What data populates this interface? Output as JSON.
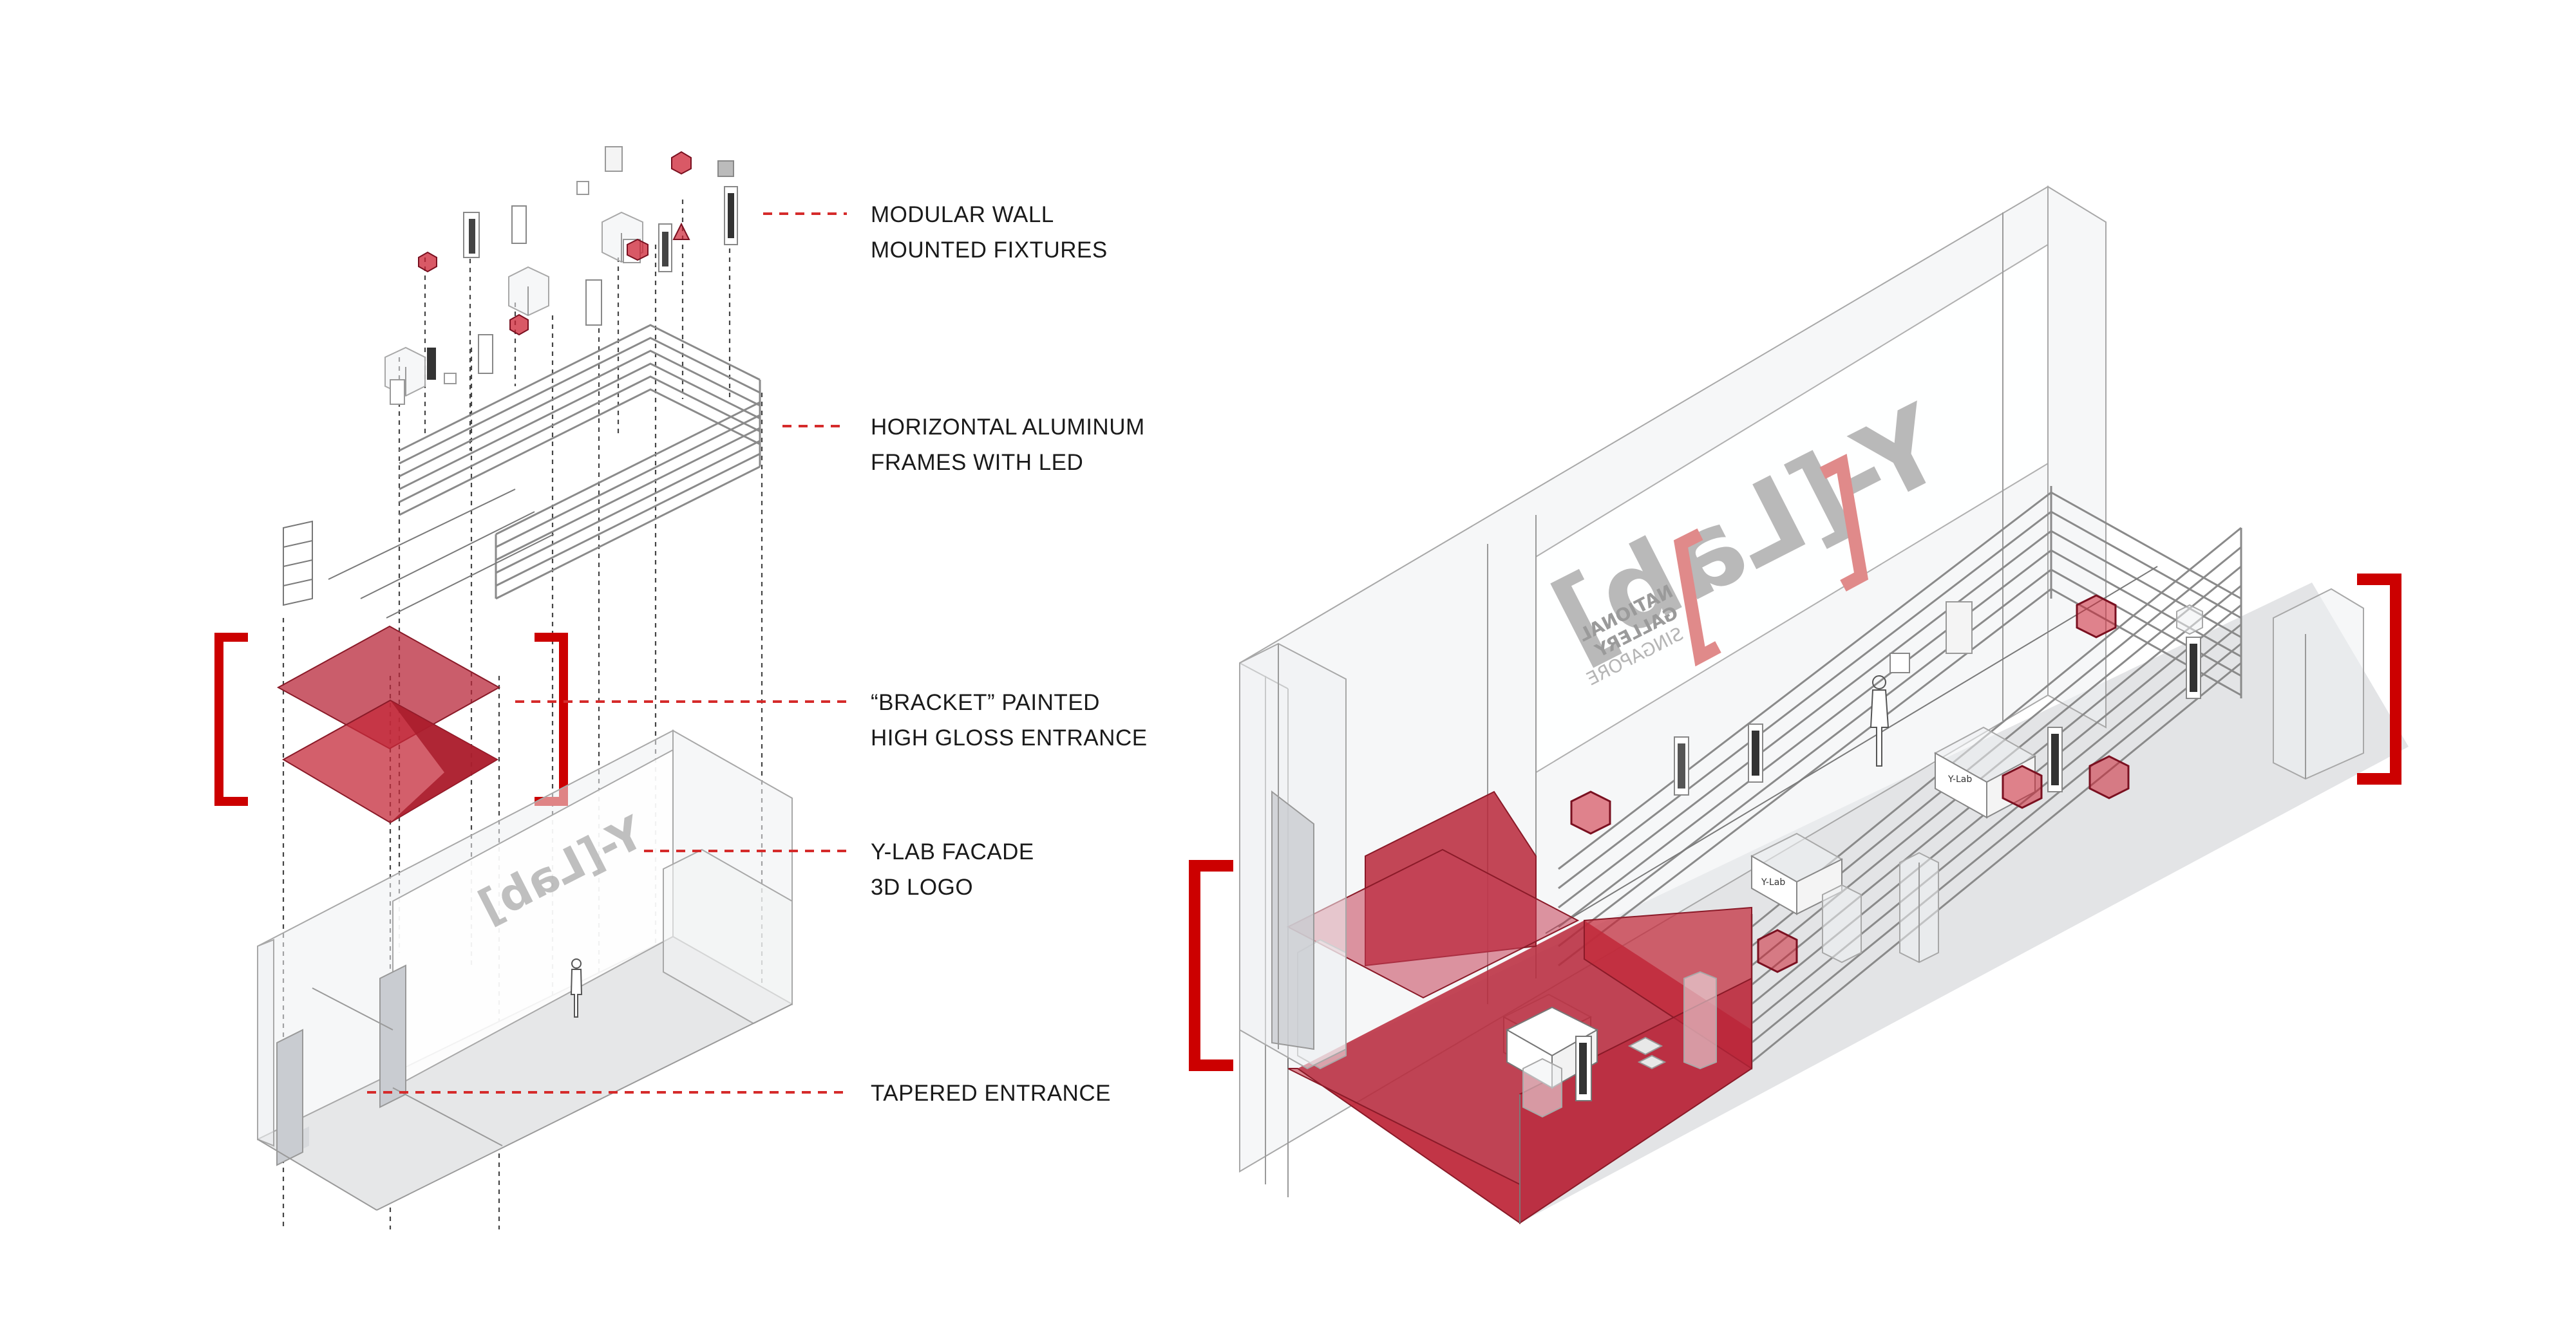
{
  "callouts": [
    {
      "id": "fixtures",
      "line1": "MODULAR WALL",
      "line2": "MOUNTED FIXTURES"
    },
    {
      "id": "frames",
      "line1": "HORIZONTAL ALUMINUM",
      "line2": "FRAMES WITH LED"
    },
    {
      "id": "bracket",
      "line1": "“BRACKET” PAINTED",
      "line2": "HIGH GLOSS ENTRANCE"
    },
    {
      "id": "facade",
      "line1": "Y-LAB FACADE",
      "line2": "3D LOGO"
    },
    {
      "id": "entrance",
      "line1": "TAPERED ENTRANCE",
      "line2": ""
    }
  ],
  "logo": {
    "mirrored_text": "Y-[Lab]",
    "gallery_lines": [
      "NATIONAL",
      "GALLERY",
      "SINGAPORE"
    ],
    "pedestal_text": "Y-Lab"
  },
  "colors": {
    "accent_red": "#cc0000",
    "translucent_red": "#b8273a",
    "leader_red": "#d52b2b",
    "line_grey": "#9a9a9a",
    "text_dark": "#1a1a1a"
  }
}
